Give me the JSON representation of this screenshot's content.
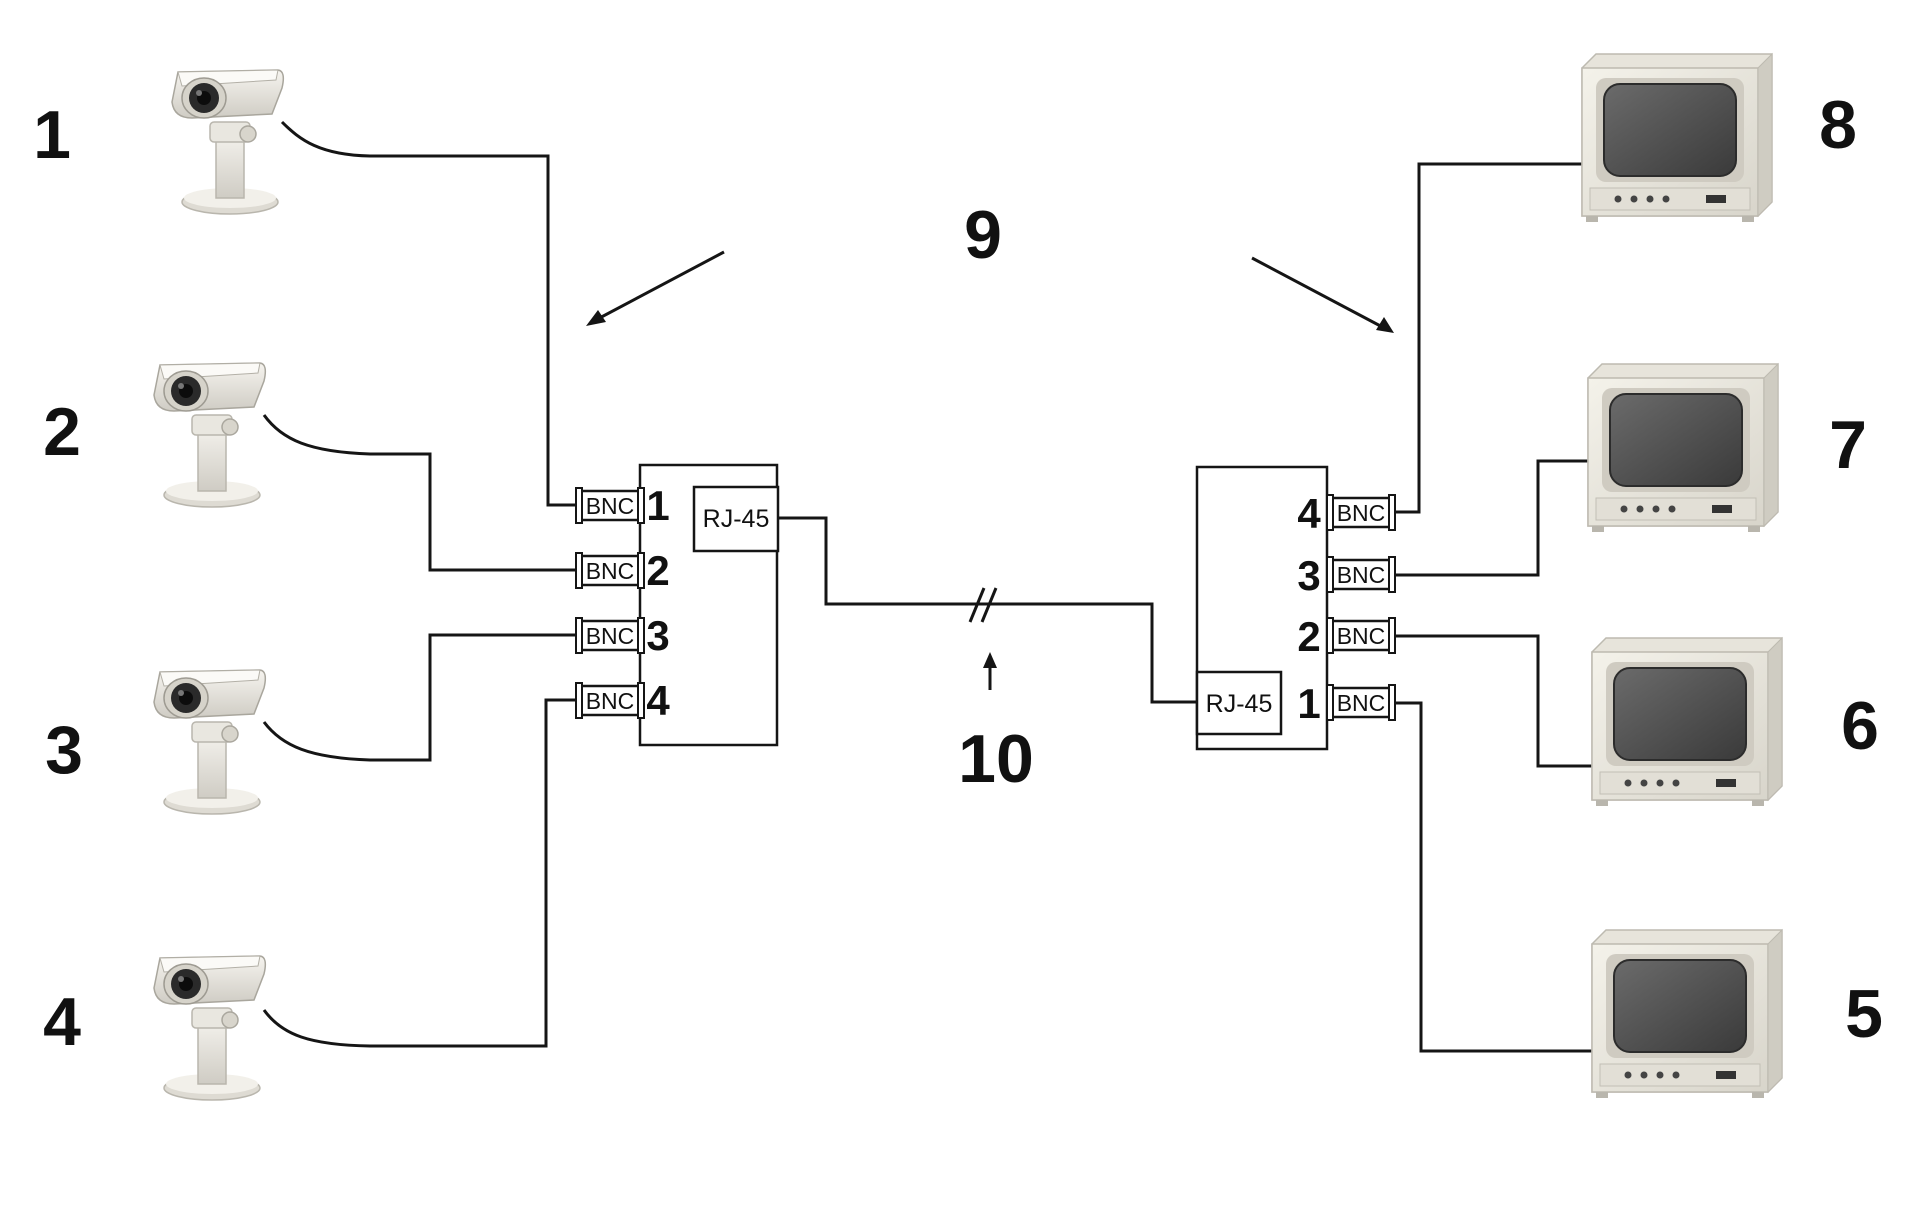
{
  "cameras": [
    {
      "label": "1"
    },
    {
      "label": "2"
    },
    {
      "label": "3"
    },
    {
      "label": "4"
    }
  ],
  "monitors": [
    {
      "label": "8"
    },
    {
      "label": "7"
    },
    {
      "label": "6"
    },
    {
      "label": "5"
    }
  ],
  "callouts": {
    "converters": "9",
    "cable": "10"
  },
  "transmitter": {
    "bnc_label": "BNC",
    "ports": [
      "1",
      "2",
      "3",
      "4"
    ],
    "rj45_label": "RJ-45"
  },
  "receiver": {
    "bnc_label": "BNC",
    "ports": [
      "4",
      "3",
      "2",
      "1"
    ],
    "rj45_label": "RJ-45"
  },
  "icons": {
    "camera": "cctv-camera-icon",
    "monitor": "crt-monitor-icon"
  }
}
